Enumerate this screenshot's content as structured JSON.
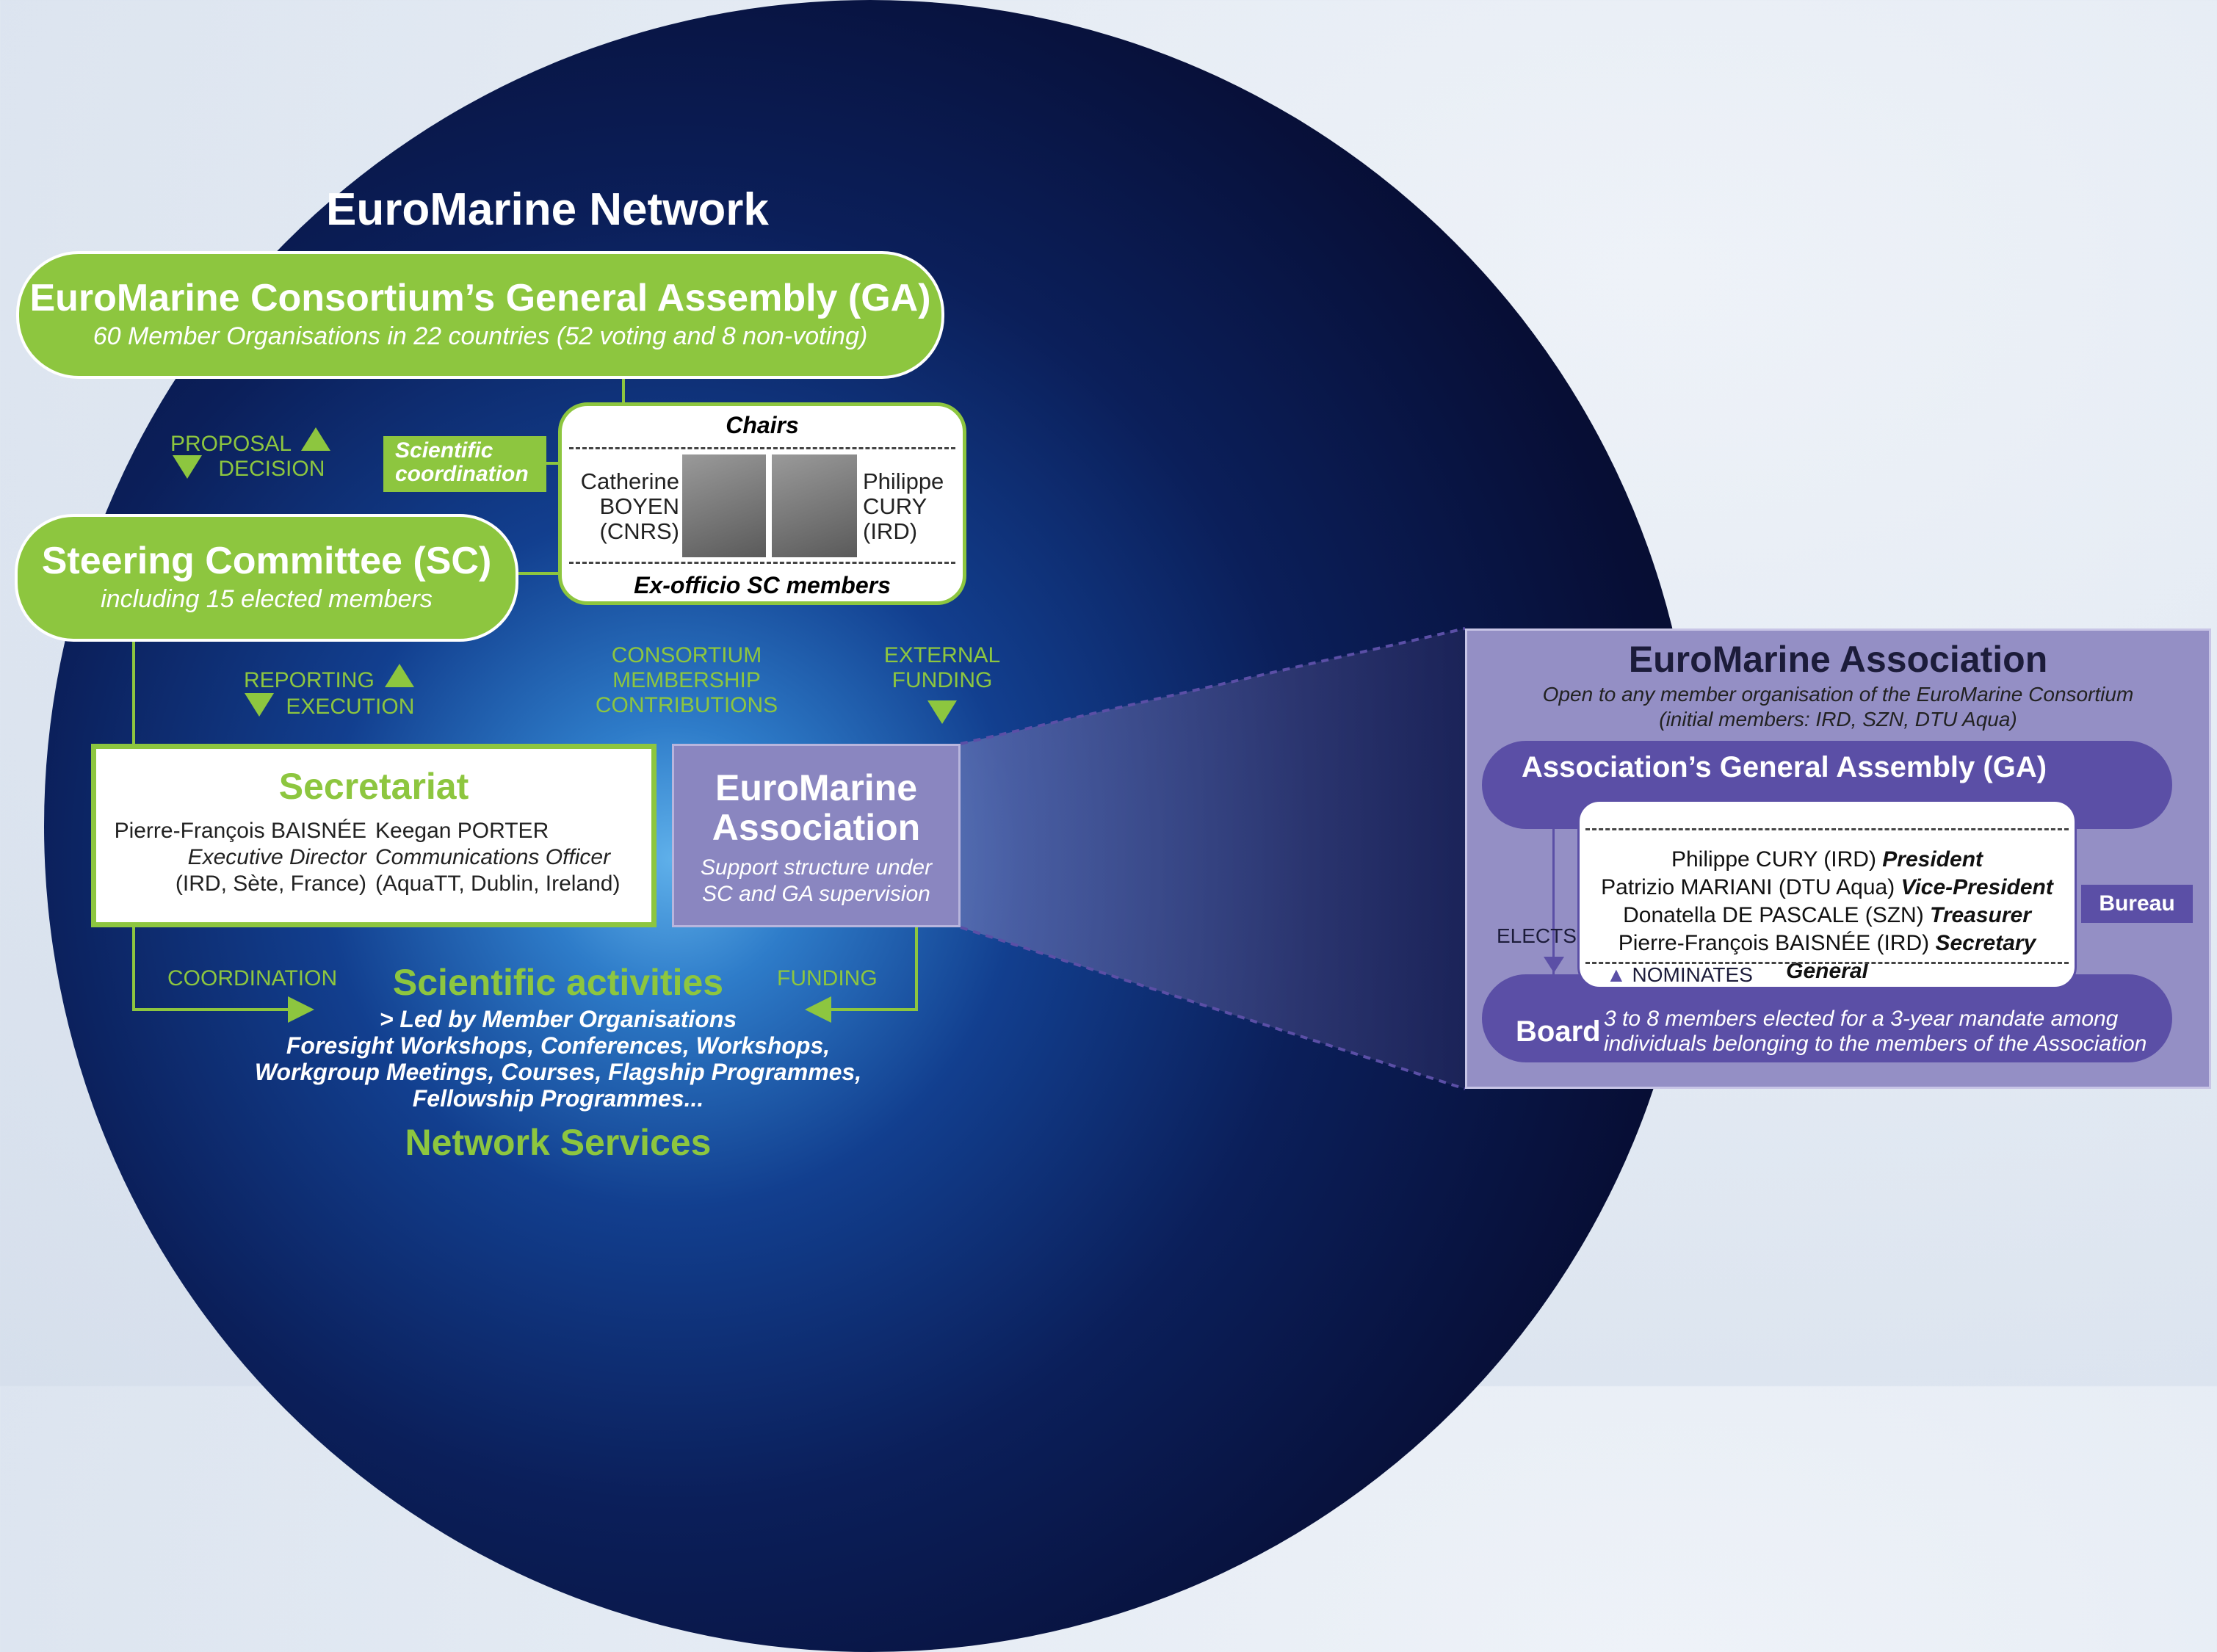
{
  "network_title": "EuroMarine Network",
  "ga": {
    "title": "EuroMarine Consortium’s General Assembly (GA)",
    "subtitle": "60 Member Organisations in 22 countries (52 voting and 8 non-voting)"
  },
  "arrows": {
    "proposal": "PROPOSAL",
    "decision": "DECISION",
    "reporting": "REPORTING",
    "execution": "EXECUTION",
    "consortium_membership": "CONSORTIUM MEMBERSHIP",
    "contributions": "CONTRIBUTIONS",
    "external": "EXTERNAL",
    "funding_top": "FUNDING",
    "coordination": "COORDINATION",
    "funding_bottom": "FUNDING"
  },
  "scientific_coordination": {
    "line1": "Scientific",
    "line2": "coordination"
  },
  "chairs": {
    "header": "Chairs",
    "footer": "Ex-officio SC members",
    "left": {
      "first": "Catherine",
      "last": "BOYEN",
      "org": "(CNRS)"
    },
    "right": {
      "first": "Philippe",
      "last": "CURY",
      "org": "(IRD)"
    }
  },
  "sc": {
    "title": "Steering Committee (SC)",
    "subtitle": "including 15 elected members"
  },
  "secretariat": {
    "title": "Secretariat",
    "person1": {
      "name": "Pierre-François BAISNÉE",
      "role": "Executive Director",
      "affil": "(IRD, Sète, France)"
    },
    "person2": {
      "name": "Keegan PORTER",
      "role": "Communications Officer",
      "affil": "(AquaTT, Dublin, Ireland)"
    }
  },
  "assoc_small": {
    "title1": "EuroMarine",
    "title2": "Association",
    "sub1": "Support structure under",
    "sub2": "SC and GA supervision"
  },
  "activities": {
    "title": "Scientific activities",
    "line1": "> Led by Member Organisations",
    "line2": "Foresight Workshops, Conferences, Workshops,",
    "line3": "Workgroup Meetings, Courses, Flagship Programmes,",
    "line4": "Fellowship Programmes...",
    "services": "Network Services"
  },
  "association": {
    "title": "EuroMarine Association",
    "sub1": "Open to any member organisation of the EuroMarine Consortium",
    "sub2": "(initial members: IRD, SZN, DTU Aqua)",
    "ga_label": "Association’s General Assembly (GA)",
    "elects": "ELECTS",
    "nominates": "NOMINATES",
    "bureau": "Bureau",
    "members": [
      {
        "name": "Philippe CURY (IRD)",
        "role": "President"
      },
      {
        "name": "Patrizio MARIANI (DTU Aqua)",
        "role": "Vice-President"
      },
      {
        "name": "Donatella DE PASCALE (SZN)",
        "role": "Treasurer"
      },
      {
        "name": "Pierre-François BAISNÉE (IRD)",
        "role": "Secretary General"
      }
    ],
    "board": "Board",
    "board_desc1": "3 to 8 members elected for a 3-year mandate among",
    "board_desc2": "individuals belonging to the members of the Association"
  },
  "colors": {
    "green": "#8dc63f",
    "navy": "#070e35",
    "purple": "#5b4fa6",
    "lavender": "#948fc5"
  }
}
